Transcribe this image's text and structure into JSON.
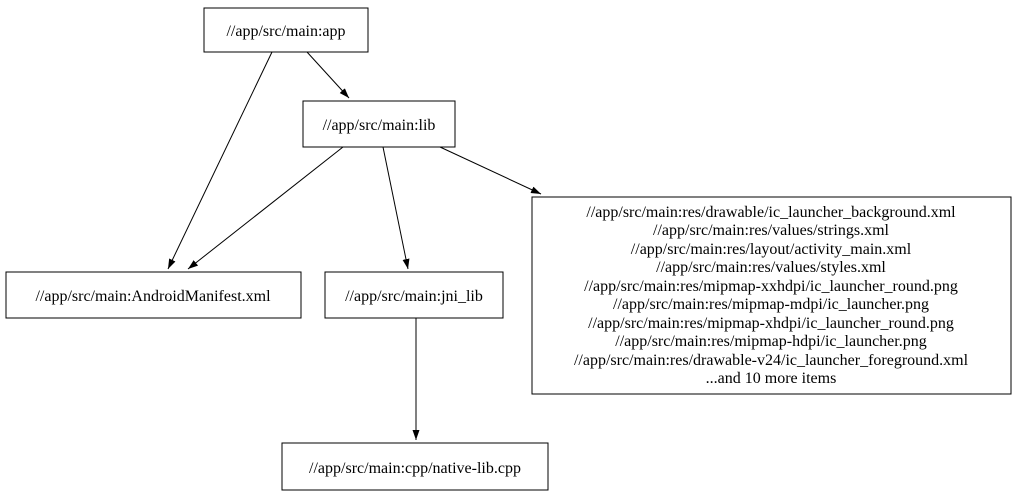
{
  "diagram": {
    "type": "dependency-graph",
    "background_color": "#ffffff",
    "node_border_color": "#000000",
    "node_fill_color": "#ffffff",
    "edge_color": "#000000",
    "text_color": "#000000",
    "nodes": {
      "app": {
        "label": "//app/src/main:app"
      },
      "lib": {
        "label": "//app/src/main:lib"
      },
      "manifest": {
        "label": "//app/src/main:AndroidManifest.xml"
      },
      "jni_lib": {
        "label": "//app/src/main:jni_lib"
      },
      "cpp": {
        "label": "//app/src/main:cpp/native-lib.cpp"
      },
      "resources": {
        "lines": [
          "//app/src/main:res/drawable/ic_launcher_background.xml",
          "//app/src/main:res/values/strings.xml",
          "//app/src/main:res/layout/activity_main.xml",
          "//app/src/main:res/values/styles.xml",
          "//app/src/main:res/mipmap-xxhdpi/ic_launcher_round.png",
          "//app/src/main:res/mipmap-mdpi/ic_launcher.png",
          "//app/src/main:res/mipmap-xhdpi/ic_launcher_round.png",
          "//app/src/main:res/mipmap-hdpi/ic_launcher.png",
          "//app/src/main:res/drawable-v24/ic_launcher_foreground.xml",
          "...and 10 more items"
        ]
      }
    },
    "edges": [
      {
        "from": "app",
        "to": "lib"
      },
      {
        "from": "app",
        "to": "manifest"
      },
      {
        "from": "lib",
        "to": "manifest"
      },
      {
        "from": "lib",
        "to": "jni_lib"
      },
      {
        "from": "lib",
        "to": "resources"
      },
      {
        "from": "jni_lib",
        "to": "cpp"
      }
    ]
  }
}
